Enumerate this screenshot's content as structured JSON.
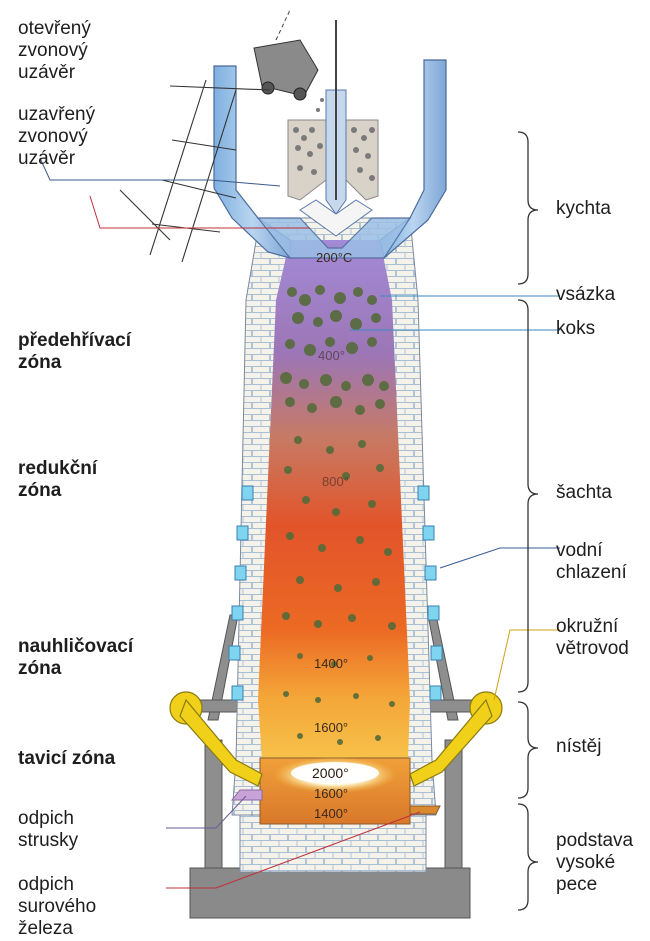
{
  "labels": {
    "open_bell": "otevřený\nzvonový\nuzávěr",
    "closed_bell": "uzavřený\nzvonový\nuzávěr",
    "preheat_zone": "předehřívací\nzóna",
    "reduction_zone": "redukční\nzóna",
    "carburizing_zone": "nauhličovací\nzóna",
    "melting_zone": "tavicí zóna",
    "slag_tap": "odpich\nstrusky",
    "iron_tap": "odpich\nsurového\nželeza",
    "throat": "kychta",
    "charge": "vsázka",
    "coke": "koks",
    "stack": "šachta",
    "water_cooling": "vodní\nchlazení",
    "bustle_pipe": "okružní\nvětrovod",
    "hearth": "nístěj",
    "base": "podstava\nvysoké\npece"
  },
  "temperatures": {
    "t200": "200°C",
    "t400": "400°",
    "t800": "800°",
    "t1400a": "1400°",
    "t1600a": "1600°",
    "t2000": "2000°",
    "t1600b": "1600°",
    "t1400b": "1400°"
  },
  "colors": {
    "steel_blue": "#8fb8e0",
    "purple_gas": "#9a7fd0",
    "hot_orange": "#e85a1e",
    "glow_yellow": "#f6c646",
    "brick": "#f4f1ea",
    "tuyere_yellow": "#f0d018",
    "frame_grey": "#8c8c8c"
  }
}
